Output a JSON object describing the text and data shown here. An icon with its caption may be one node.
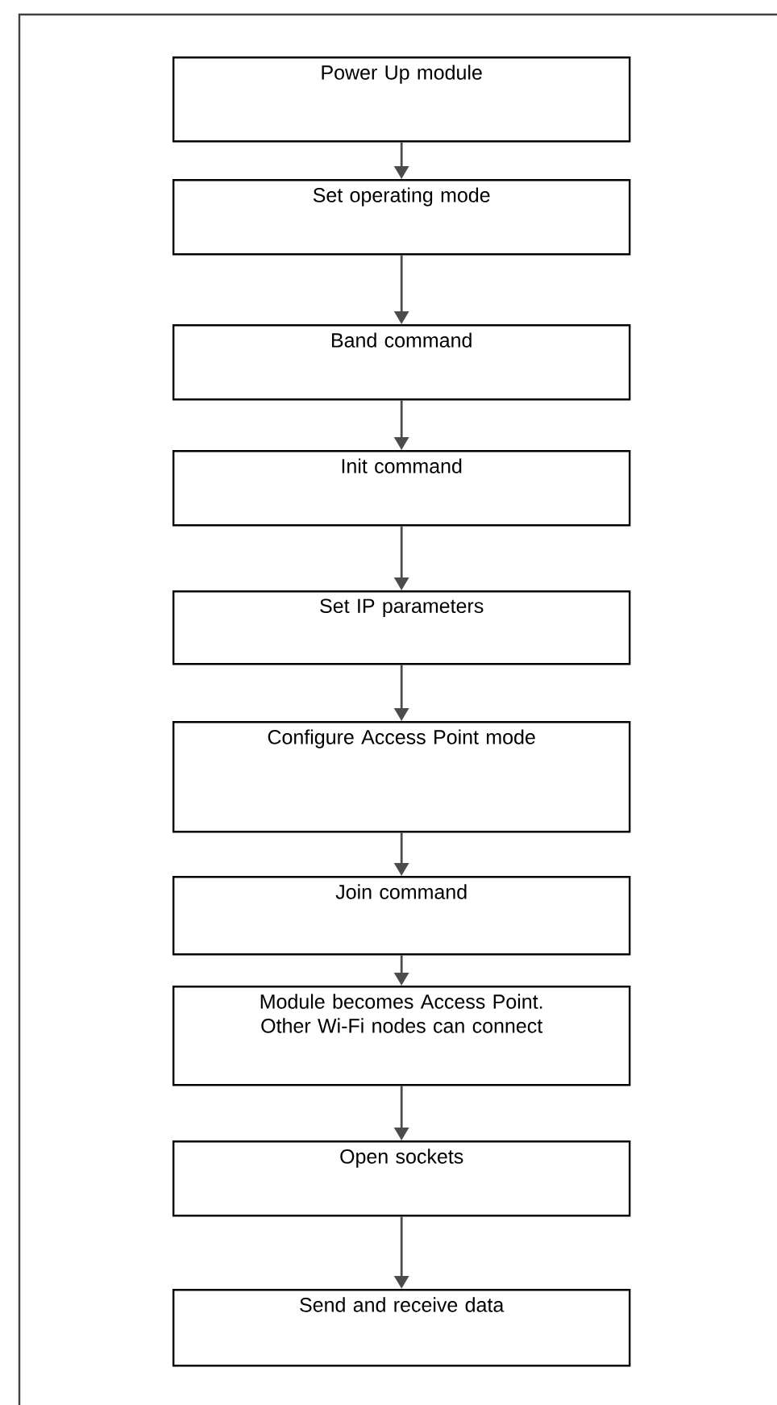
{
  "diagram": {
    "nodes": [
      {
        "text": [
          "Power Up module"
        ]
      },
      {
        "text": [
          "Set operating mode"
        ]
      },
      {
        "text": [
          "Band command"
        ]
      },
      {
        "text": [
          "Init command"
        ]
      },
      {
        "text": [
          "Set IP parameters"
        ]
      },
      {
        "text": [
          "Configure Access Point mode"
        ]
      },
      {
        "text": [
          "Join command"
        ]
      },
      {
        "text": [
          "Module becomes Access Point. Other Wi-Fi nodes can connect"
        ]
      },
      {
        "text": [
          "Open sockets"
        ]
      },
      {
        "text": [
          "Send and receive data"
        ]
      }
    ],
    "edges": [
      {
        "from": 0,
        "to": 1,
        "arrow": "to"
      },
      {
        "from": 1,
        "to": 2,
        "arrow": "to"
      },
      {
        "from": 2,
        "to": 3,
        "arrow": "to"
      },
      {
        "from": 3,
        "to": 4,
        "arrow": "to"
      },
      {
        "from": 4,
        "to": 5,
        "arrow": "to"
      },
      {
        "from": 5,
        "to": 6,
        "arrow": "to"
      },
      {
        "from": 6,
        "to": 7,
        "arrow": "to"
      },
      {
        "from": 7,
        "to": 8,
        "arrow": "to"
      },
      {
        "from": 8,
        "to": 9,
        "arrow": "to"
      }
    ]
  }
}
